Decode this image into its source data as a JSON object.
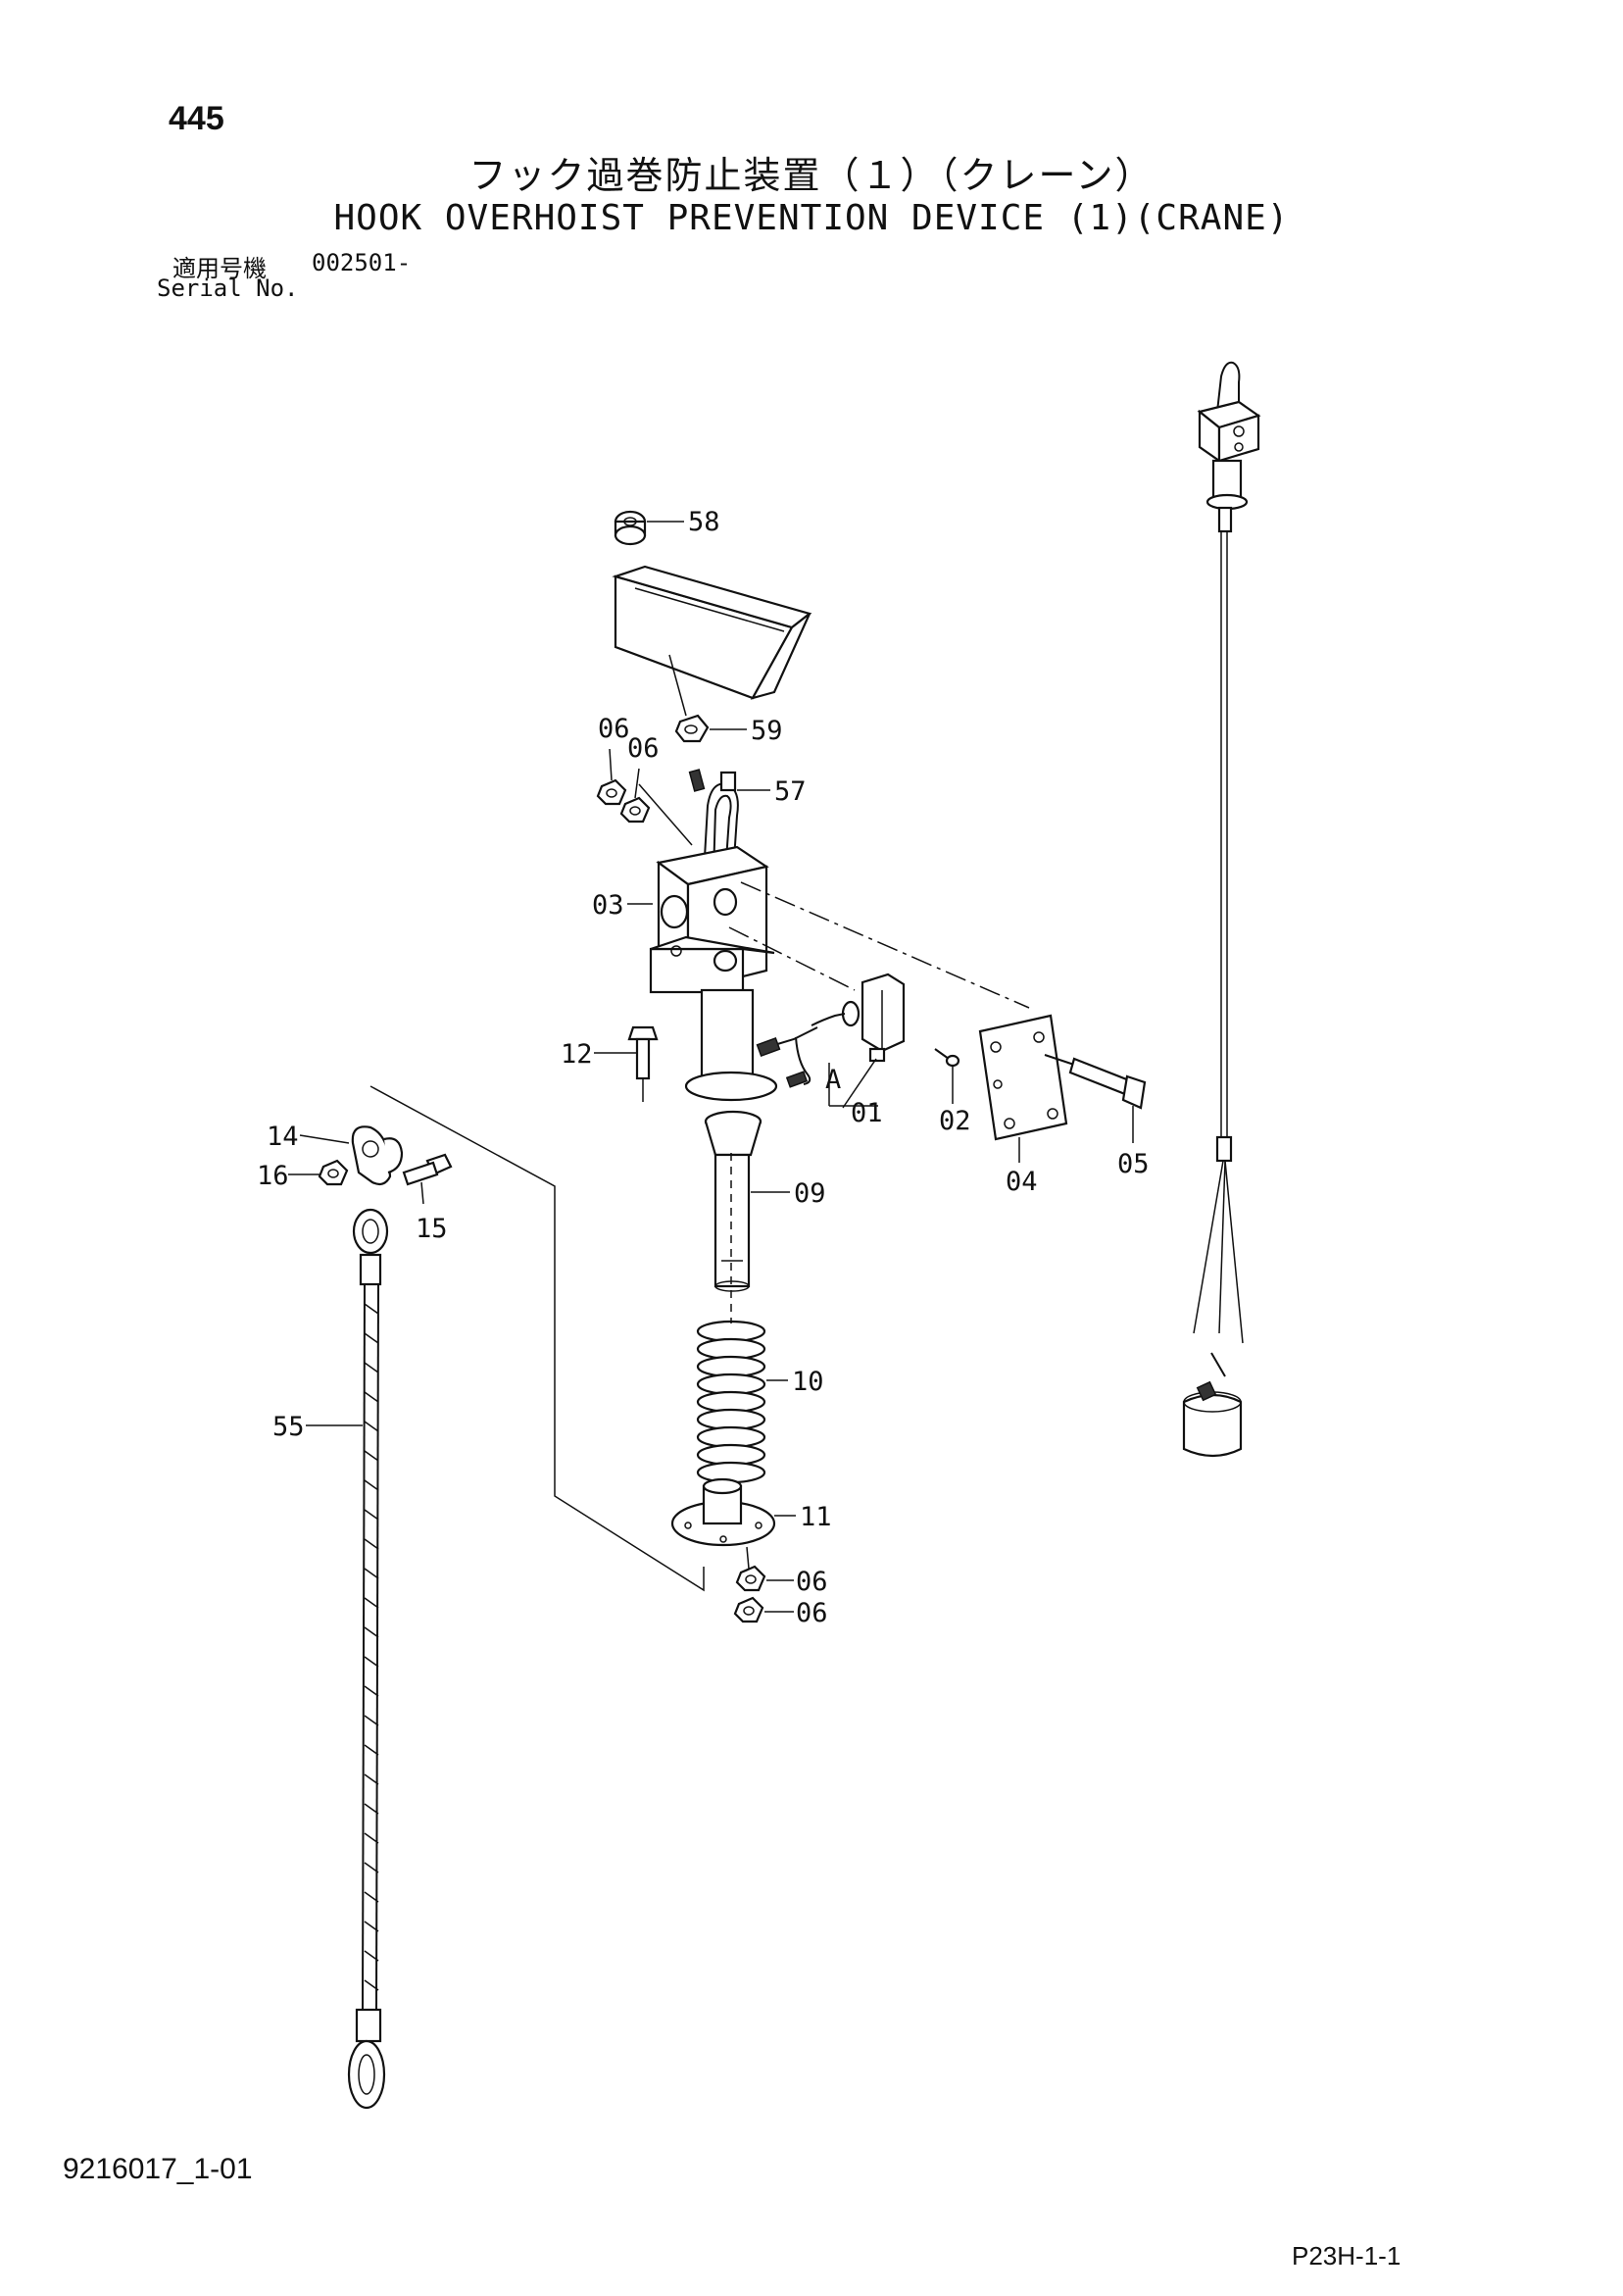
{
  "page_number": "445",
  "title_jp": "フック過巻防止装置（１）（クレーン）",
  "title_en": "HOOK OVERHOIST PREVENTION DEVICE (1)(CRANE)",
  "serial": {
    "label_jp": "適用号機",
    "value": "002501-",
    "label_en": "Serial No."
  },
  "callouts": {
    "c58": "58",
    "c59": "59",
    "c06a": "06",
    "c06b": "06",
    "c57": "57",
    "c03": "03",
    "c12": "12",
    "cA": "A",
    "c01": "01",
    "c02": "02",
    "c04": "04",
    "c05": "05",
    "c14": "14",
    "c16": "16",
    "c15": "15",
    "c09": "09",
    "c10": "10",
    "c55": "55",
    "c11": "11",
    "c06c": "06",
    "c06d": "06"
  },
  "doc_id": "9216017_1-01",
  "page_code": "P23H-1-1"
}
